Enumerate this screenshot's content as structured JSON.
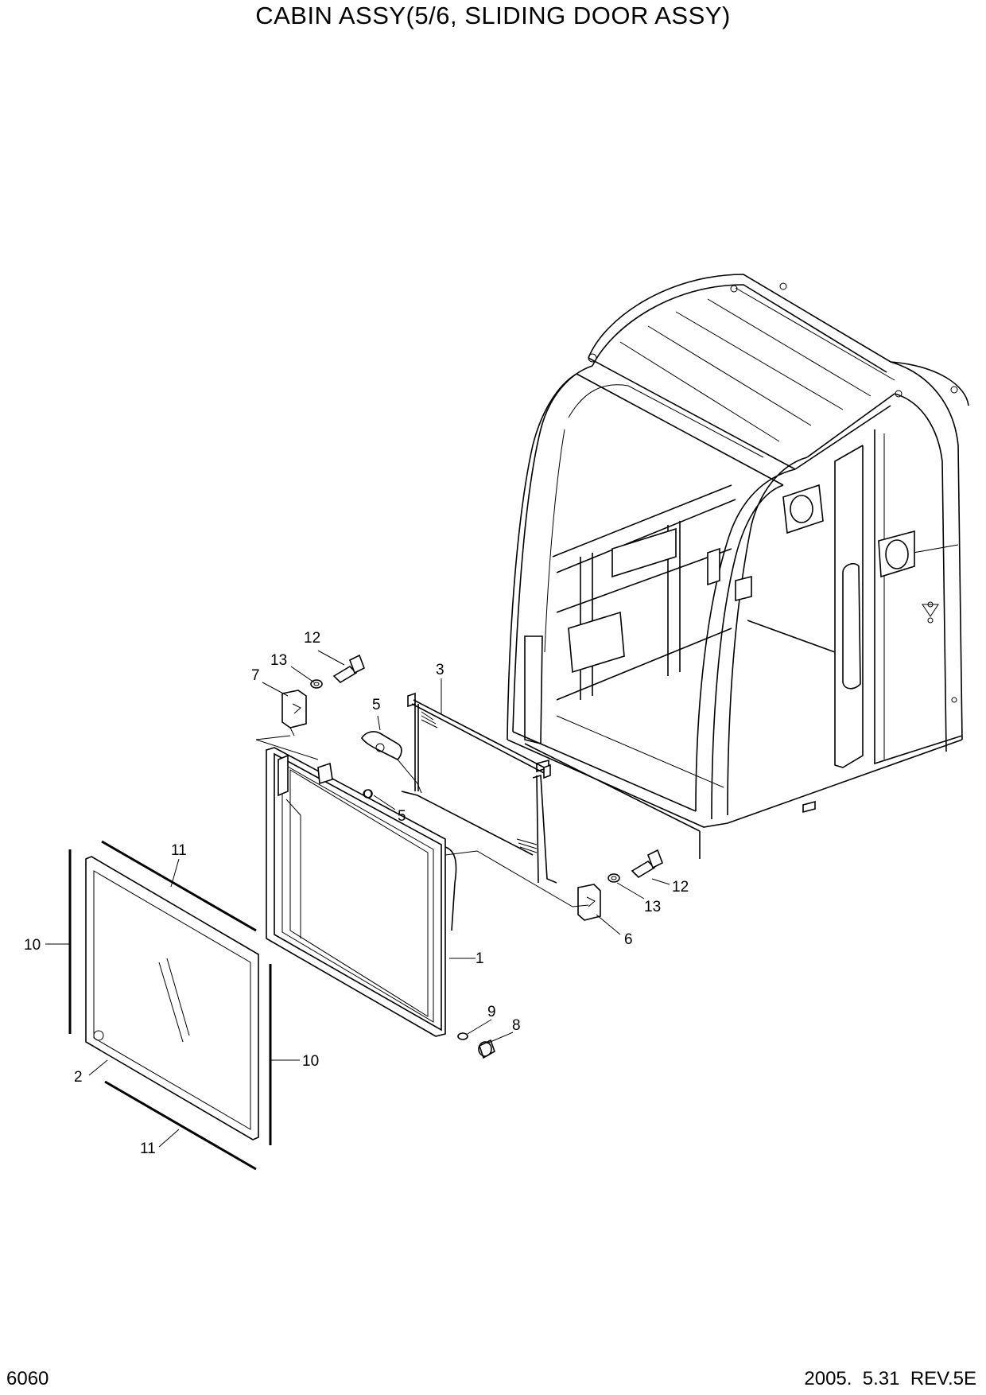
{
  "header": {
    "title": "CABIN ASSY(5/6, SLIDING DOOR ASSY)"
  },
  "footer": {
    "page_number": "6060",
    "revision": "2005.  5.31  REV.5E"
  },
  "callouts": [
    {
      "id": "c12a",
      "label": "12"
    },
    {
      "id": "c13a",
      "label": "13"
    },
    {
      "id": "c7",
      "label": "7"
    },
    {
      "id": "c3",
      "label": "3"
    },
    {
      "id": "c5a",
      "label": "5"
    },
    {
      "id": "c5b",
      "label": "5"
    },
    {
      "id": "c11a",
      "label": "11"
    },
    {
      "id": "c10a",
      "label": "10"
    },
    {
      "id": "c1",
      "label": "1"
    },
    {
      "id": "c12b",
      "label": "12"
    },
    {
      "id": "c13b",
      "label": "13"
    },
    {
      "id": "c6",
      "label": "6"
    },
    {
      "id": "c9",
      "label": "9"
    },
    {
      "id": "c8",
      "label": "8"
    },
    {
      "id": "c10b",
      "label": "10"
    },
    {
      "id": "c2",
      "label": "2"
    },
    {
      "id": "c11b",
      "label": "11"
    }
  ]
}
